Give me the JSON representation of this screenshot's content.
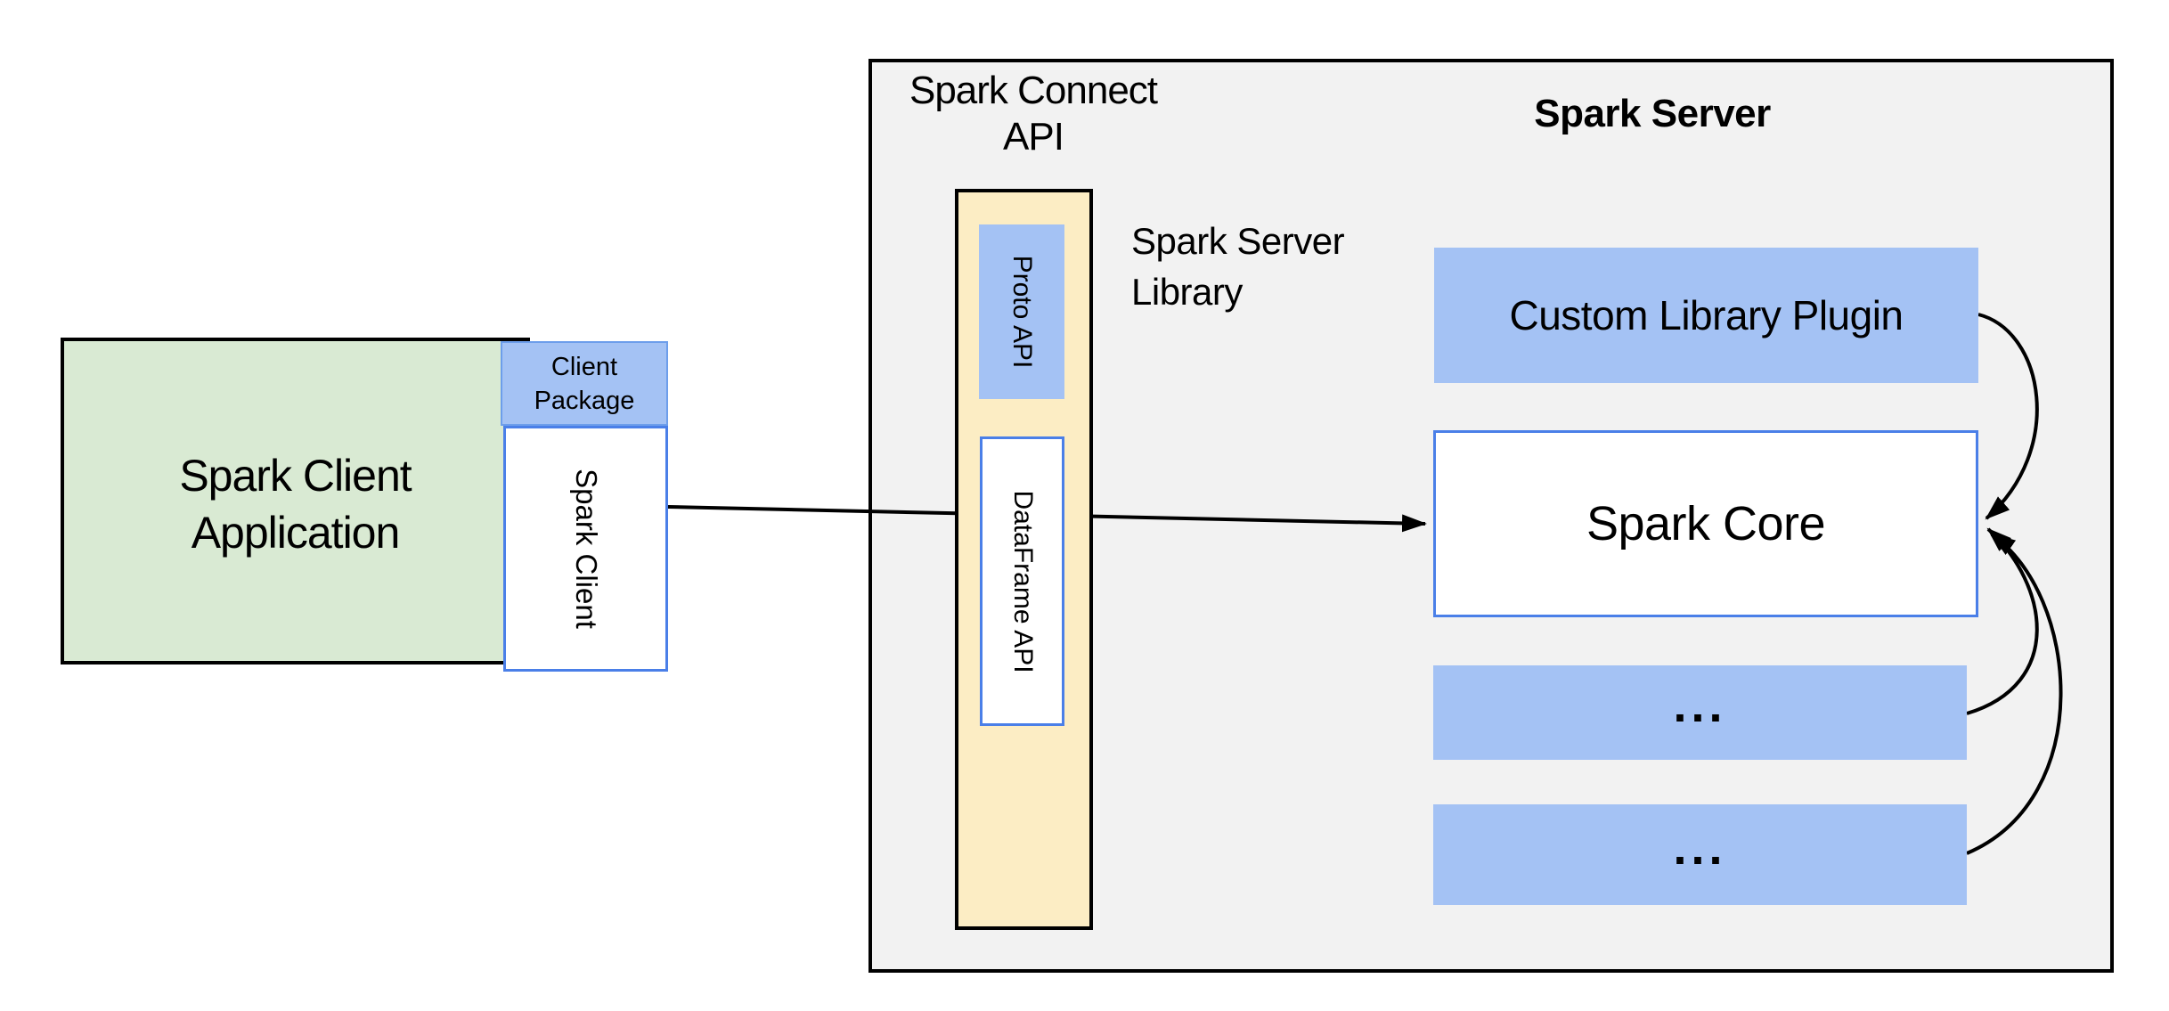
{
  "diagram": {
    "server_container": {
      "api_label_line1": "Spark Connect",
      "api_label_line2": "API",
      "title": "Spark Server",
      "library_label_line1": "Spark Server",
      "library_label_line2": "Library"
    },
    "client": {
      "app_label_line1": "Spark Client",
      "app_label_line2": "Application",
      "package_label_line1": "Client",
      "package_label_line2": "Package",
      "spark_client_label": "Spark Client"
    },
    "connect_column": {
      "proto_api_label": "Proto API",
      "dataframe_api_label": "DataFrame API"
    },
    "server_items": {
      "plugin_label": "Custom Library Plugin",
      "core_label": "Spark Core",
      "more_label_1": "...",
      "more_label_2": "..."
    },
    "colors": {
      "container_fill": "#f2f2f2",
      "green_fill": "#d9ead3",
      "blue_fill": "#a4c2f4",
      "yellow_fill": "#fcedc4",
      "blue_border": "#4a7fe8",
      "package_border": "#6d9eeb",
      "line_color": "#000000"
    }
  }
}
